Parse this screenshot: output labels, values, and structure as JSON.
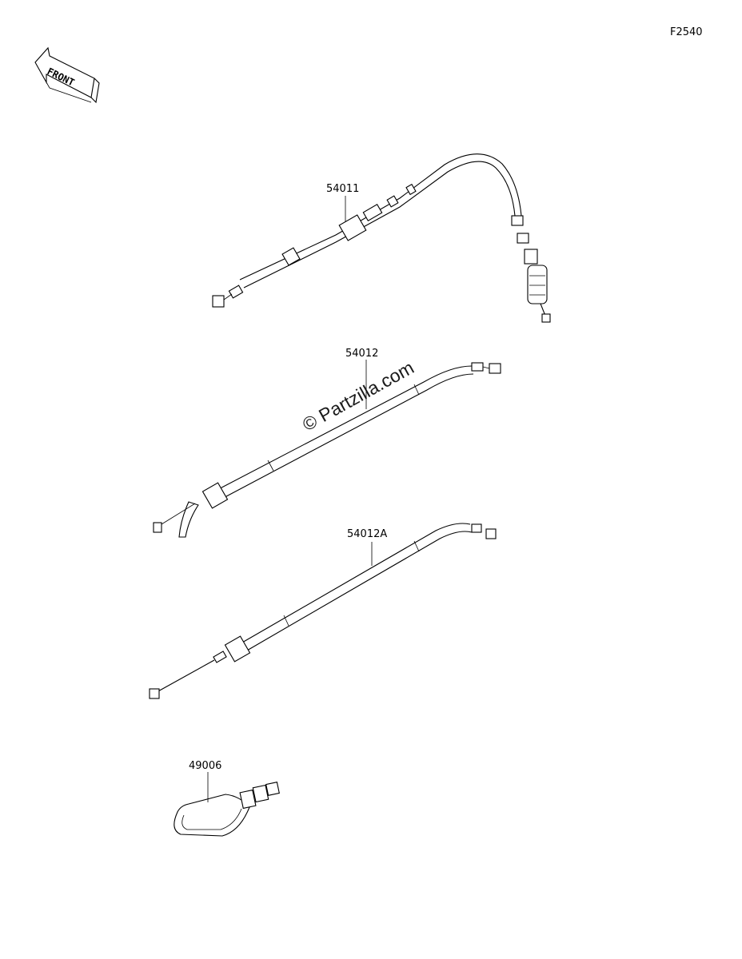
{
  "diagram_code": "F2540",
  "front_label": "FRONT",
  "watermark": "© Partzilla.com",
  "parts": [
    {
      "number": "54011"
    },
    {
      "number": "54012"
    },
    {
      "number": "54012A"
    },
    {
      "number": "49006"
    }
  ]
}
